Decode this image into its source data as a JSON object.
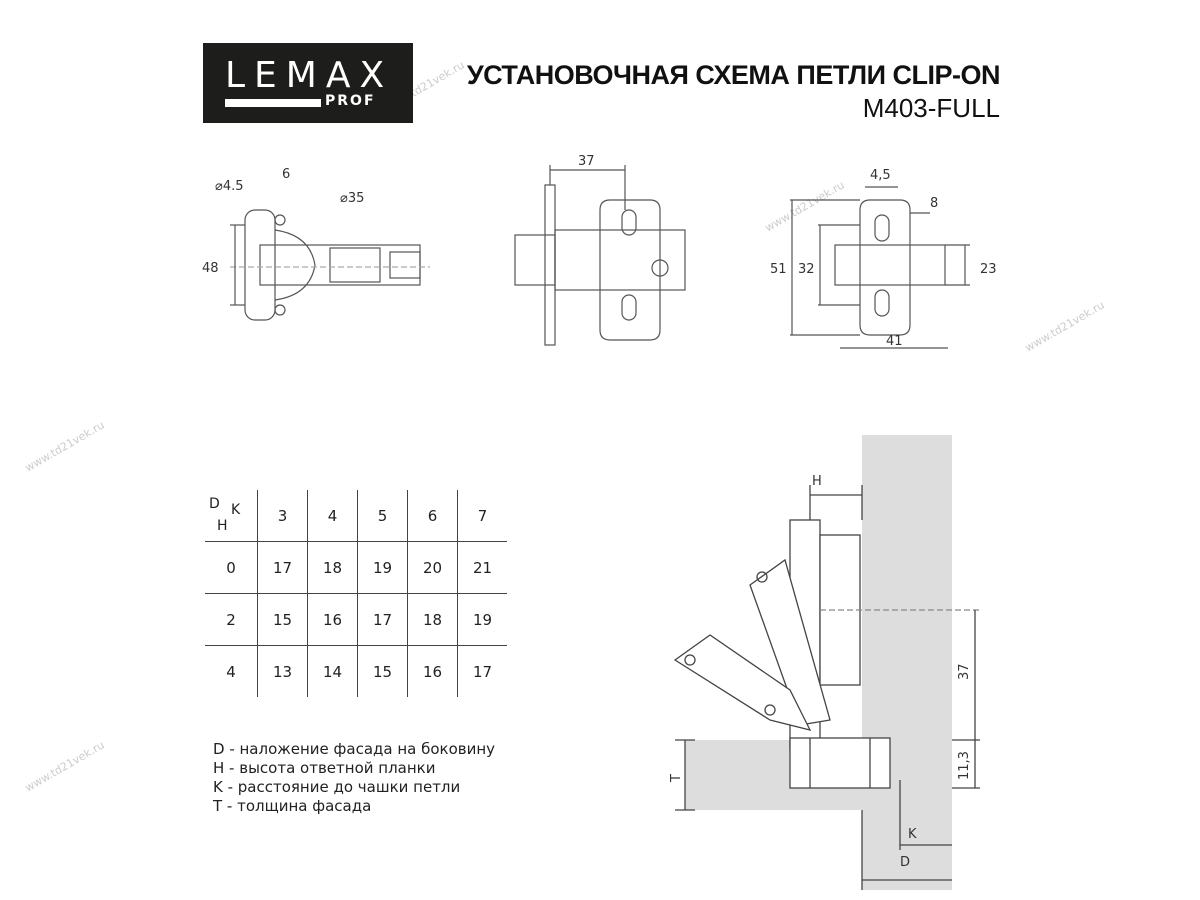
{
  "logo": {
    "brand": "LEMAX",
    "sub": "PROF"
  },
  "title": {
    "main": "УСТАНОВОЧНАЯ СХЕМА ПЕТЛИ CLIP-ON",
    "model": "M403-FULL"
  },
  "watermark": "www.td21vek.ru",
  "views": {
    "cup_view": {
      "hole_diameter": "⌀4.5",
      "offset": "6",
      "cup_diameter": "⌀35",
      "height": "48"
    },
    "side_view": {
      "length": "37"
    },
    "plate_view": {
      "hole_spacing": "4,5",
      "offset": "8",
      "height_outer": "51",
      "height_inner": "32",
      "slot": "23",
      "width": "41"
    },
    "section_view": {
      "H": "H",
      "depth": "37",
      "plate": "11,3",
      "T": "T",
      "K": "K",
      "D": "D"
    }
  },
  "table": {
    "corner": {
      "d": "D",
      "k": "K",
      "h": "H"
    },
    "k_values": [
      "3",
      "4",
      "5",
      "6",
      "7"
    ],
    "rows": [
      {
        "h": "0",
        "values": [
          "17",
          "18",
          "19",
          "20",
          "21"
        ]
      },
      {
        "h": "2",
        "values": [
          "15",
          "16",
          "17",
          "18",
          "19"
        ]
      },
      {
        "h": "4",
        "values": [
          "13",
          "14",
          "15",
          "16",
          "17"
        ]
      }
    ]
  },
  "legend": [
    "D - наложение фасада на боковину",
    "H - высота ответной планки",
    "K - расстояние до чашки петли",
    "T - толщина фасада"
  ]
}
